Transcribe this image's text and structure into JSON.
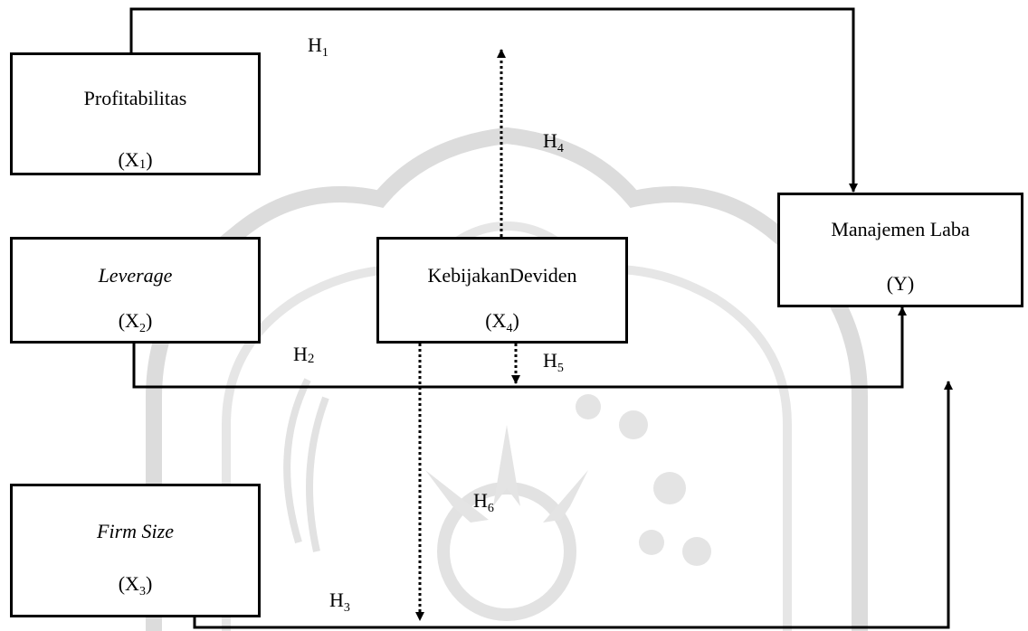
{
  "nodes": {
    "x1": {
      "name": "Profitabilitas",
      "var_base": "(X",
      "var_sub": "1",
      "var_tail": ")"
    },
    "x2": {
      "name": "Leverage",
      "var_base": "(X",
      "var_sub": "2",
      "var_tail": ")"
    },
    "x3": {
      "name": "Firm Size",
      "var_base": "(X",
      "var_sub": "3",
      "var_tail": ")"
    },
    "x4": {
      "name": "KebijakanDeviden",
      "var_base": "(X",
      "var_sub": "4",
      "var_tail": ")"
    },
    "y": {
      "name": "Manajemen Laba",
      "var": "(Y)"
    }
  },
  "hypotheses": {
    "h1": {
      "base": "H",
      "sub": "1"
    },
    "h2": {
      "base": "H",
      "sub": "2"
    },
    "h3": {
      "base": "H",
      "sub": "3"
    },
    "h4": {
      "base": "H",
      "sub": "4"
    },
    "h5": {
      "base": "H",
      "sub": "5"
    },
    "h6": {
      "base": "H",
      "sub": "6"
    }
  },
  "colors": {
    "line": "#000000",
    "watermark": "#d8d8d8"
  }
}
